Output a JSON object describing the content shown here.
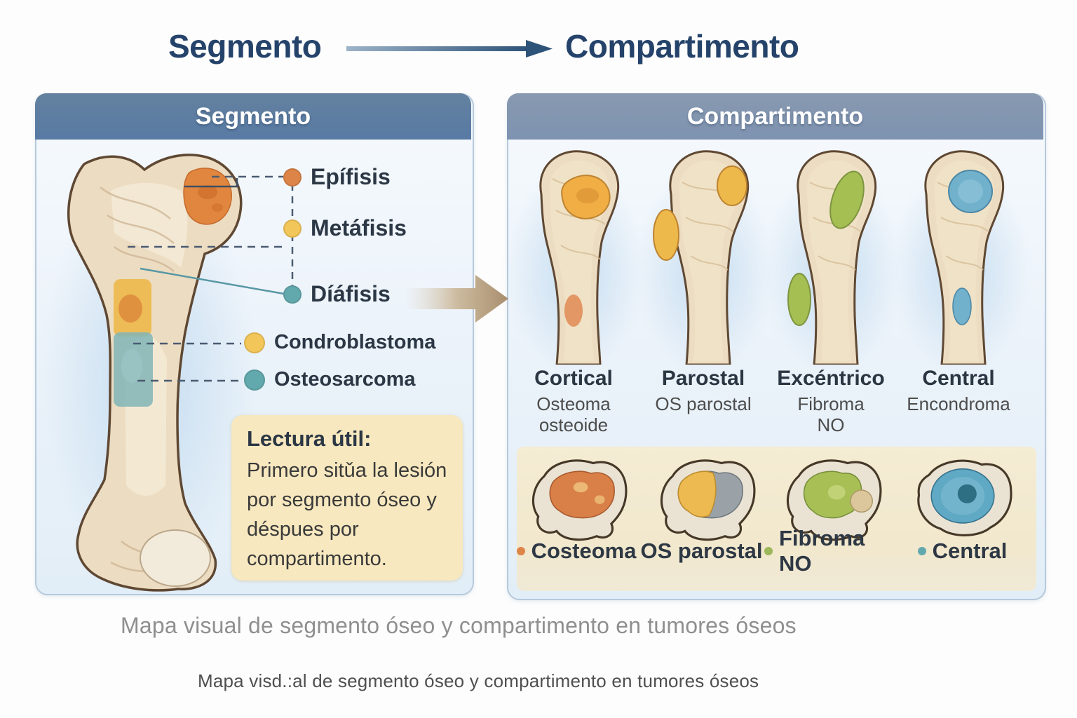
{
  "page": {
    "title_left": "Segmento",
    "title_right": "Compartimento",
    "captions": {
      "primary": "Mapa visual de segmento óseo y compartimento en tumores óseos",
      "secondary": "Mapa visd.:al de segmento óseo y compartimento en tumores óseos"
    }
  },
  "segment_panel": {
    "header": "Segmento",
    "segment_labels": [
      {
        "label": "Epífisis",
        "dot_color": "#dd8448"
      },
      {
        "label": "Metáfisis",
        "dot_color": "#f2c659"
      },
      {
        "label": "Díáfisis",
        "dot_color": "#62a9ae"
      }
    ],
    "lesion_labels": [
      {
        "label": "Condroblastoma",
        "dot_color": "#f2c659"
      },
      {
        "label": "Osteosarcoma",
        "dot_color": "#62a9ae"
      }
    ],
    "note": {
      "title": "Lectura útil:",
      "body": "Primero sitǔa la lesión por segmento óseo y déspues por compartimento."
    }
  },
  "compartment_panel": {
    "header": "Compartimento",
    "columns": [
      {
        "name": "Cortical",
        "tumor": "Osteoma osteoide",
        "lesion_color": "#f0ae45"
      },
      {
        "name": "Parostal",
        "tumor": "OS parostal",
        "lesion_color": "#eeb94b"
      },
      {
        "name": "Excéntrico",
        "tumor": "Fibroma NO",
        "lesion_color": "#a6bf53"
      },
      {
        "name": "Central",
        "tumor": "Encondroma",
        "lesion_color": "#71b1cc"
      }
    ],
    "cross_section_labels": [
      {
        "label": "Costeoma",
        "dot_color": "#dd8448"
      },
      {
        "label": "OS parostal",
        "dot_color": ""
      },
      {
        "label": "Fibroma NO",
        "dot_color": "#9cb85a"
      },
      {
        "label": "Central",
        "dot_color": "#62a9ae"
      }
    ]
  },
  "colors": {
    "title_navy": "#25436a",
    "segment_header_bg": "#5b7aa3",
    "compartment_header_bg": "#8095b0",
    "panel_bg": "#ecf3fa",
    "panel_border": "#b6c9dc",
    "note_bg": "#f7e8bf",
    "cream_strip_bg": "#f3ead1",
    "bone_fill": "#ecdcc1",
    "bone_outline": "#5f4833",
    "lesion_orange": "#e1863e",
    "lesion_yellow": "#eeb94d",
    "lesion_teal": "#84b6b7",
    "lesion_green": "#a6bf53",
    "lesion_blue": "#71b1cc"
  }
}
